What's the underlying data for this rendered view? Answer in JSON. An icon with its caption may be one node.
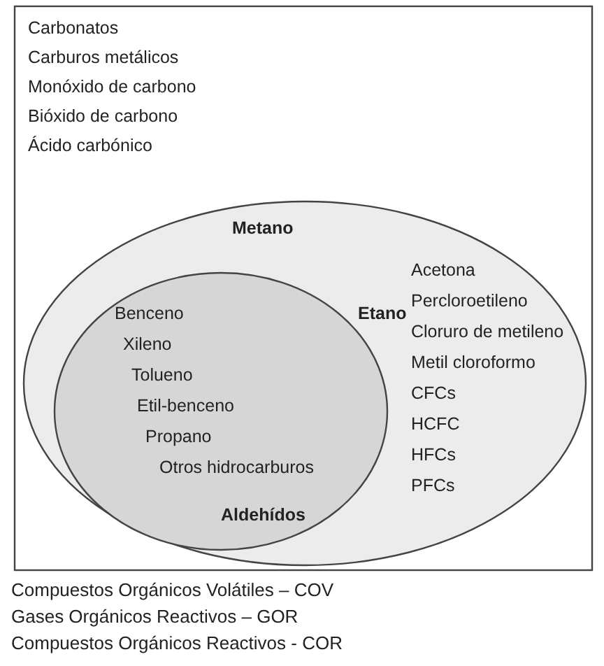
{
  "diagram": {
    "nodes": [
      {
        "text": [
          "Carbonatos",
          "Carburos metálicos",
          "Monóxido de carbono",
          "Bióxido de carbono",
          "Ácido carbónico"
        ]
      },
      {
        "text": [
          "Metano",
          "Etano",
          "Acetona",
          "Percloroetileno",
          "Cloruro de metileno",
          "Metil cloroformo",
          "CFCs",
          "HCFC",
          "HFCs",
          "PFCs"
        ],
        "in": 0
      },
      {
        "text": [
          "Benceno",
          "Xileno",
          "Tolueno",
          "Etil-benceno",
          "Propano",
          "Otros hidrocarburos",
          "Aldehídos"
        ],
        "in": 1
      }
    ],
    "edges": [],
    "labels": [
      "Compuestos Orgánicos Volátiles – COV",
      "Gases Orgánicos Reactivos – GOR",
      "Compuestos Orgánicos Reactivos - COR"
    ]
  }
}
